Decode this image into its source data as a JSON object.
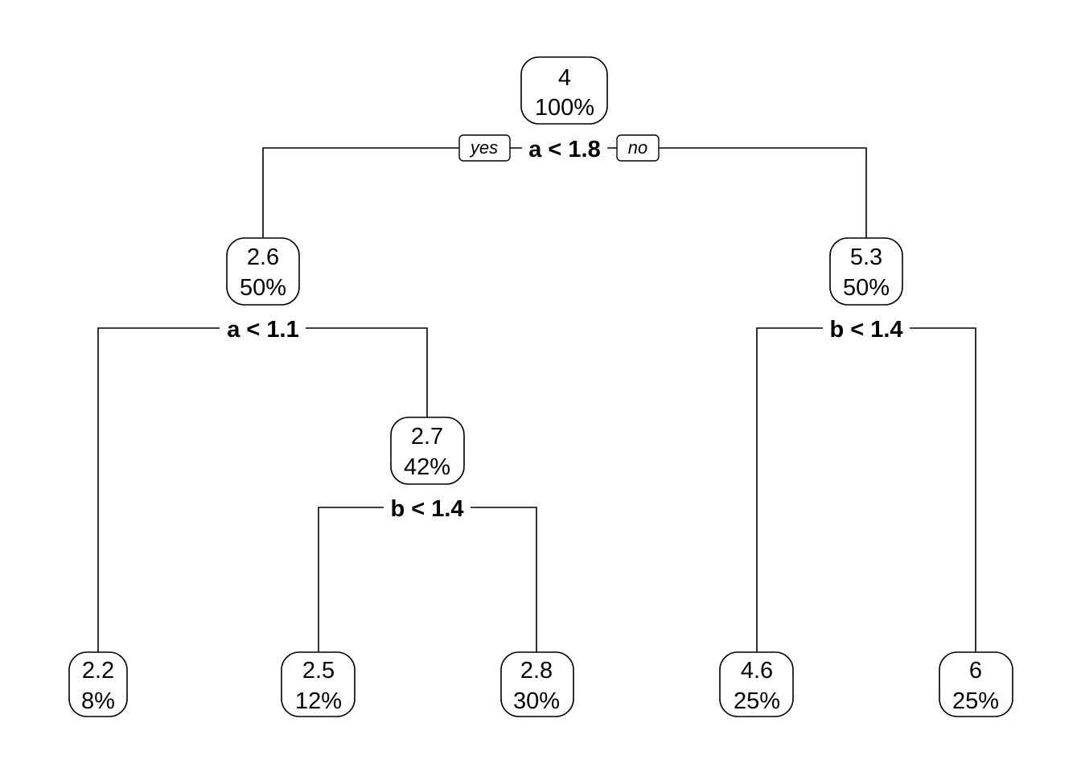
{
  "tree": {
    "nodes": [
      {
        "id": "n1",
        "value": "4",
        "percent": "100%"
      },
      {
        "id": "n2",
        "value": "2.6",
        "percent": "50%"
      },
      {
        "id": "n3",
        "value": "5.3",
        "percent": "50%"
      },
      {
        "id": "n4",
        "value": "2.7",
        "percent": "42%"
      },
      {
        "id": "l1",
        "value": "2.2",
        "percent": "8%"
      },
      {
        "id": "l2",
        "value": "2.5",
        "percent": "12%"
      },
      {
        "id": "l3",
        "value": "2.8",
        "percent": "30%"
      },
      {
        "id": "l4",
        "value": "4.6",
        "percent": "25%"
      },
      {
        "id": "l5",
        "value": "6",
        "percent": "25%"
      }
    ],
    "splits": [
      {
        "id": "s1",
        "label": "a < 1.8"
      },
      {
        "id": "s2",
        "label": "a < 1.1"
      },
      {
        "id": "s3",
        "label": "b < 1.4"
      },
      {
        "id": "s4",
        "label": "b < 1.4"
      }
    ],
    "branch_labels": {
      "yes": "yes",
      "no": "no"
    }
  }
}
